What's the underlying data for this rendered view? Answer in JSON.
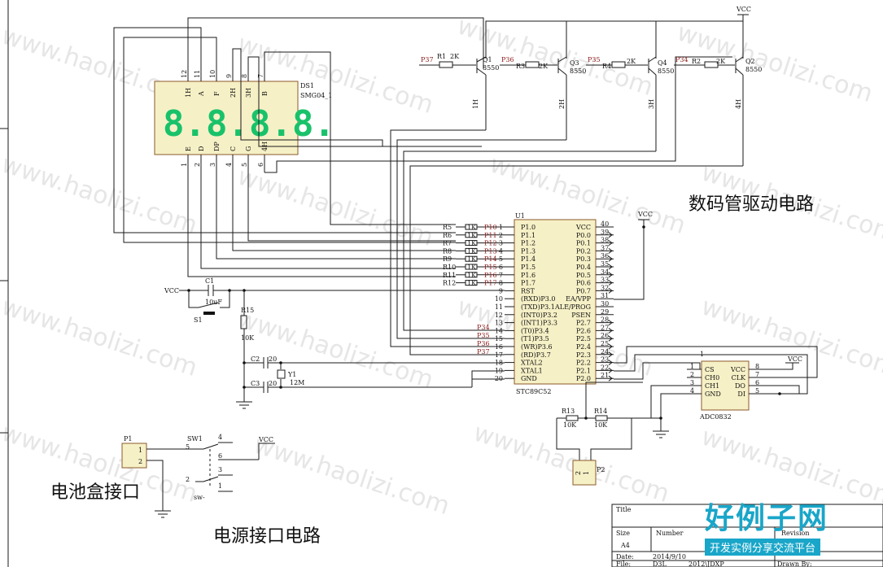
{
  "watermark": "www.haolizi.com",
  "vcc": "VCC",
  "display": {
    "ref": "DS1",
    "part": "SMG04_1",
    "digits": "8.8.8.8.",
    "top_pin_nums": [
      "12",
      "11",
      "10",
      "9",
      "8",
      "7"
    ],
    "top_pin_labels": [
      "1H",
      "A",
      "F",
      "2H",
      "3H",
      "B"
    ],
    "bottom_pin_nums": [
      "1",
      "2",
      "3",
      "4",
      "5",
      "6"
    ],
    "bottom_pin_labels": [
      "E",
      "D",
      "DP",
      "C",
      "G",
      "4H"
    ]
  },
  "transistors": [
    {
      "net": "P37",
      "res": "R1",
      "val": "2K",
      "ref": "Q1",
      "part": "8550",
      "out": "1H"
    },
    {
      "net": "P36",
      "res": "R3",
      "val": "2K",
      "ref": "Q3",
      "part": "8550",
      "out": "2H"
    },
    {
      "net": "P35",
      "res": "R4",
      "val": "2K",
      "ref": "Q4",
      "part": "8550",
      "out": "3H"
    },
    {
      "net": "P34",
      "res": "R2",
      "val": "2K",
      "ref": "Q2",
      "part": "8550",
      "out": "4H"
    }
  ],
  "section_titles": {
    "display_driver": "数码管驱动电路",
    "battery": "电池盒接口",
    "power": "电源接口电路"
  },
  "mcu": {
    "ref": "U1",
    "part": "STC89C52",
    "pin1": "1",
    "pin40": "40",
    "left_pins": [
      "P1.0",
      "P1.1",
      "P1.2",
      "P1.3",
      "P1.4",
      "P1.5",
      "P1.6",
      "P1.7",
      "RST",
      "(RXD)P3.0",
      "(TXD)P3.1",
      "(INT0)P3.2",
      "(INT1)P3.3",
      "(T0)P3.4",
      "(T1)P3.5",
      "(WR)P3.6",
      "(RD)P3.7",
      "XTAL2",
      "XTAL1",
      "GND"
    ],
    "right_pins": [
      "VCC",
      "P0.0",
      "P0.1",
      "P0.2",
      "P0.3",
      "P0.4",
      "P0.5",
      "P0.6",
      "P0.7",
      "EA/VPP",
      "ALE/PROG",
      "PSEN",
      "P2.7",
      "P2.6",
      "P2.5",
      "P2.4",
      "P2.3",
      "P2.2",
      "P2.1",
      "P2.0"
    ],
    "right_nums": [
      "40",
      "39",
      "38",
      "37",
      "36",
      "35",
      "34",
      "33",
      "32",
      "31",
      "30",
      "29",
      "28",
      "27",
      "26",
      "25",
      "24",
      "23",
      "22",
      "21"
    ],
    "left_nets": [
      {
        "res": "R5",
        "val": "1K",
        "net": "P10"
      },
      {
        "res": "R6",
        "val": "1K",
        "net": "P11"
      },
      {
        "res": "R7",
        "val": "1K",
        "net": "P12"
      },
      {
        "res": "R8",
        "val": "1K",
        "net": "P13"
      },
      {
        "res": "R9",
        "val": "1K",
        "net": "P14"
      },
      {
        "res": "R10",
        "val": "1K",
        "net": "P15"
      },
      {
        "res": "R11",
        "val": "1K",
        "net": "P16"
      },
      {
        "res": "R12",
        "val": "1K",
        "net": "P17"
      }
    ],
    "p3_nets": [
      "P34",
      "P35",
      "P36",
      "P37"
    ]
  },
  "reset": {
    "cap": "C1",
    "cap_val": "10uF",
    "res": "R15",
    "res_val": "10K",
    "switch": "S1"
  },
  "crystal": {
    "c2": "C2",
    "c3": "C3",
    "c_val": "20",
    "ref": "Y1",
    "val": "12M"
  },
  "adc": {
    "ref": "ADC0832",
    "pin1": "1",
    "left_pins": [
      "CS",
      "CH0",
      "CH1",
      "GND"
    ],
    "left_nums": [
      "1",
      "2",
      "3",
      "4"
    ],
    "right_pins": [
      "VCC",
      "CLK",
      "DO",
      "DI"
    ],
    "right_nums": [
      "8",
      "7",
      "6",
      "5"
    ]
  },
  "divider": {
    "r13": "R13",
    "r14": "R14",
    "val": "10K",
    "conn": "P2",
    "pins": [
      "2",
      "1"
    ]
  },
  "battery_conn": {
    "ref": "P1",
    "pins": [
      "1",
      "2"
    ]
  },
  "switch": {
    "ref": "SW1",
    "part": "sw-",
    "pins": [
      "5",
      "4",
      "6",
      "2",
      "3",
      "1"
    ]
  },
  "title_block": {
    "title": "Title",
    "size_label": "Size",
    "size": "A4",
    "number_label": "Number",
    "revision_label": "Revision",
    "date_label": "Date:",
    "date": "2014/9/10",
    "file_label": "File:",
    "file": "D3L",
    "path": "2012\\JDXP",
    "drawn_by": "Drawn By:"
  },
  "logo": {
    "main": "好例子网",
    "sub": "开发实例分享交流平台"
  }
}
